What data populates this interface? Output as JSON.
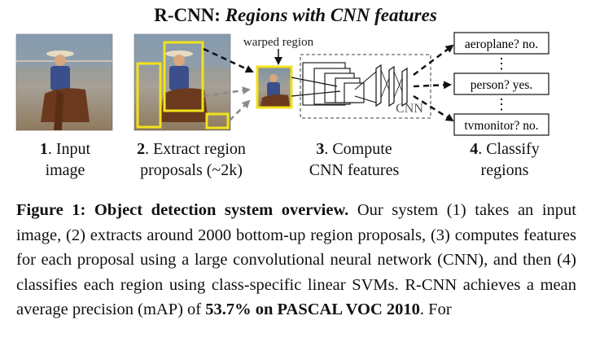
{
  "figure": {
    "title_plain": "R-CNN: ",
    "title_italic": "Regions with CNN features",
    "warped_label": "warped region",
    "cnn_label": "CNN",
    "class_boxes": [
      {
        "class": "aeroplane? no."
      },
      {
        "class": "person? yes."
      },
      {
        "class": "tvmonitor? no."
      }
    ],
    "dots": "⋮",
    "steps": [
      {
        "num": "1",
        "text_a": ". Input",
        "text_b": "image"
      },
      {
        "num": "2",
        "text_a": ". Extract region",
        "text_b": "proposals (~2k)"
      },
      {
        "num": "3",
        "text_a": ". Compute",
        "text_b": "CNN features"
      },
      {
        "num": "4",
        "text_a": ". Classify",
        "text_b": "regions"
      }
    ],
    "colors": {
      "proposal_box": "#f2e21a",
      "arrow_black": "#111111",
      "arrow_gray": "#8a8a8a"
    }
  },
  "caption": {
    "label": "Figure 1:  Object detection system overview.",
    "text1": "  Our system (1) takes an input image, (2) extracts around 2000 bottom-up region proposals, (3) computes features for each proposal using a large convolutional neural network (CNN), and then (4) classifies each region using class-specific linear SVMs. R-CNN achieves a mean average precision (mAP) of ",
    "bold2": "53.7% on PASCAL VOC 2010",
    "text2": ". For"
  }
}
